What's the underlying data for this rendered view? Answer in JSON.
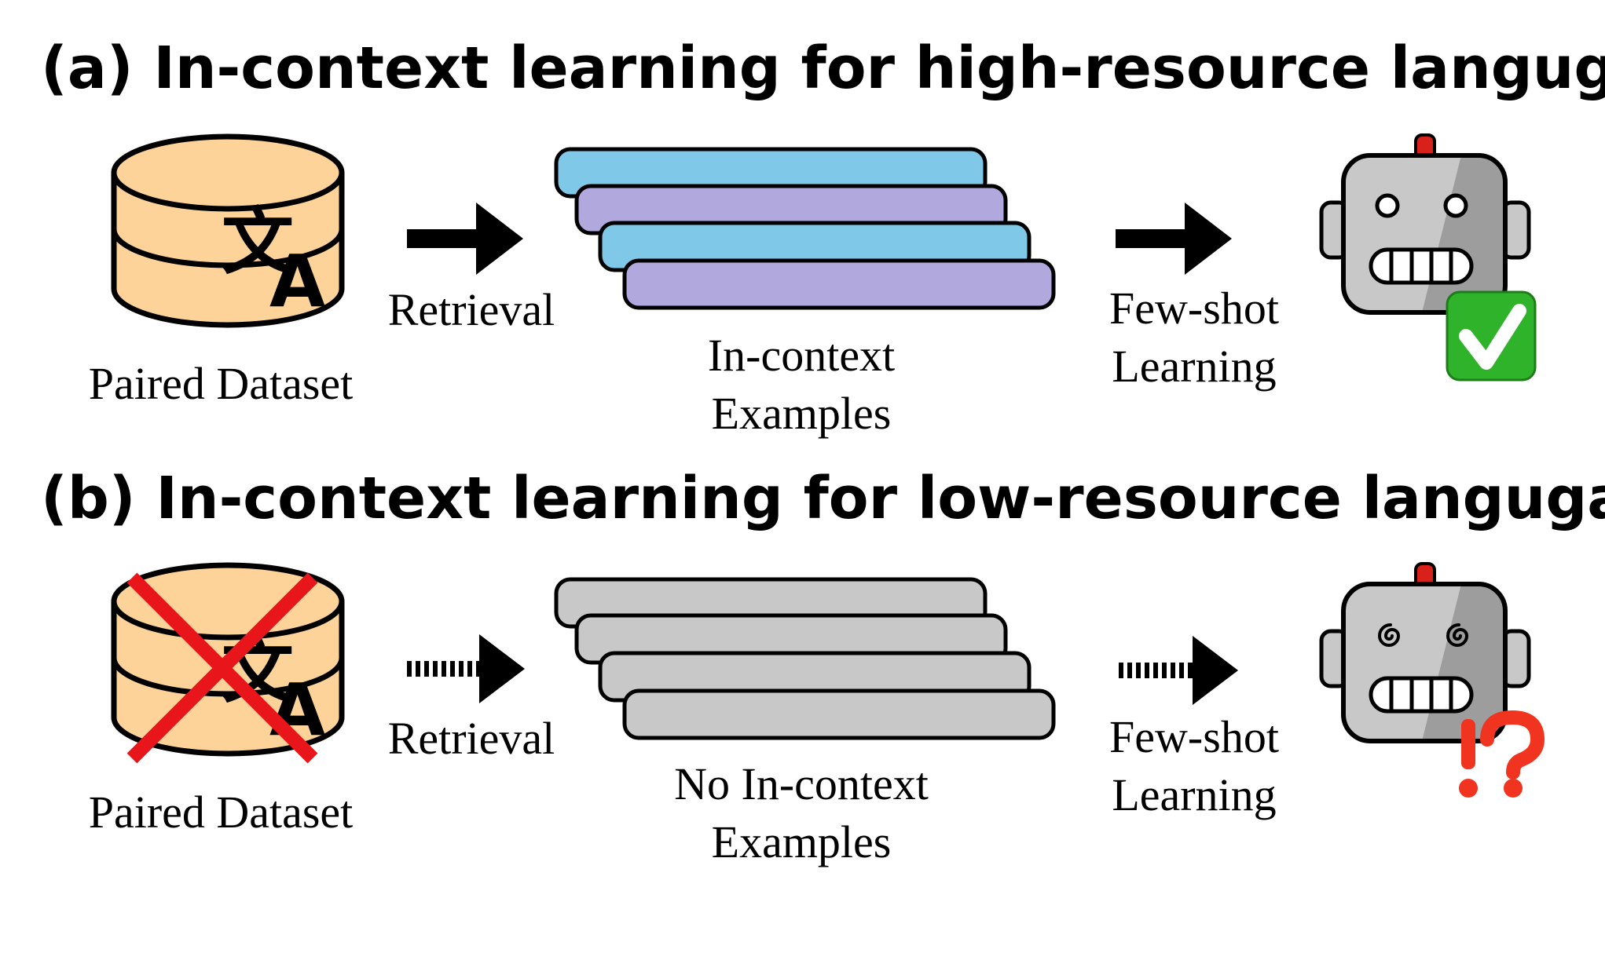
{
  "panel_a": {
    "title": "(a) In-context learning for high-resource langugage",
    "dataset_label": "Paired Dataset",
    "retrieval_label": "Retrieval",
    "examples_label_line1": "In-context",
    "examples_label_line2": "Examples",
    "fewshot_label_line1": "Few-shot",
    "fewshot_label_line2": "Learning",
    "outcome_icon": "check-mark-icon",
    "translate_glyph_1": "文",
    "translate_glyph_2": "A"
  },
  "panel_b": {
    "title": "(b) In-context learning for low-resource langugage",
    "dataset_label": "Paired Dataset",
    "retrieval_label": "Retrieval",
    "examples_label_line1": "No In-context",
    "examples_label_line2": "Examples",
    "fewshot_label_line1": "Few-shot",
    "fewshot_label_line2": "Learning",
    "outcome_icon": "exclamation-question-icon",
    "outcome_text": "⁉",
    "translate_glyph_1": "文",
    "translate_glyph_2": "A"
  },
  "colors": {
    "database_fill": "#fdd399",
    "example_blue": "#7fc8e7",
    "example_purple": "#b1a9de",
    "example_gray": "#c8c8c8",
    "robot_light": "#c8c8c8",
    "robot_dark": "#9d9d9d",
    "antenna_red": "#d9211b",
    "check_green": "#2fb32b",
    "cross_red": "#e8151b",
    "confused_red": "#f0341f"
  }
}
